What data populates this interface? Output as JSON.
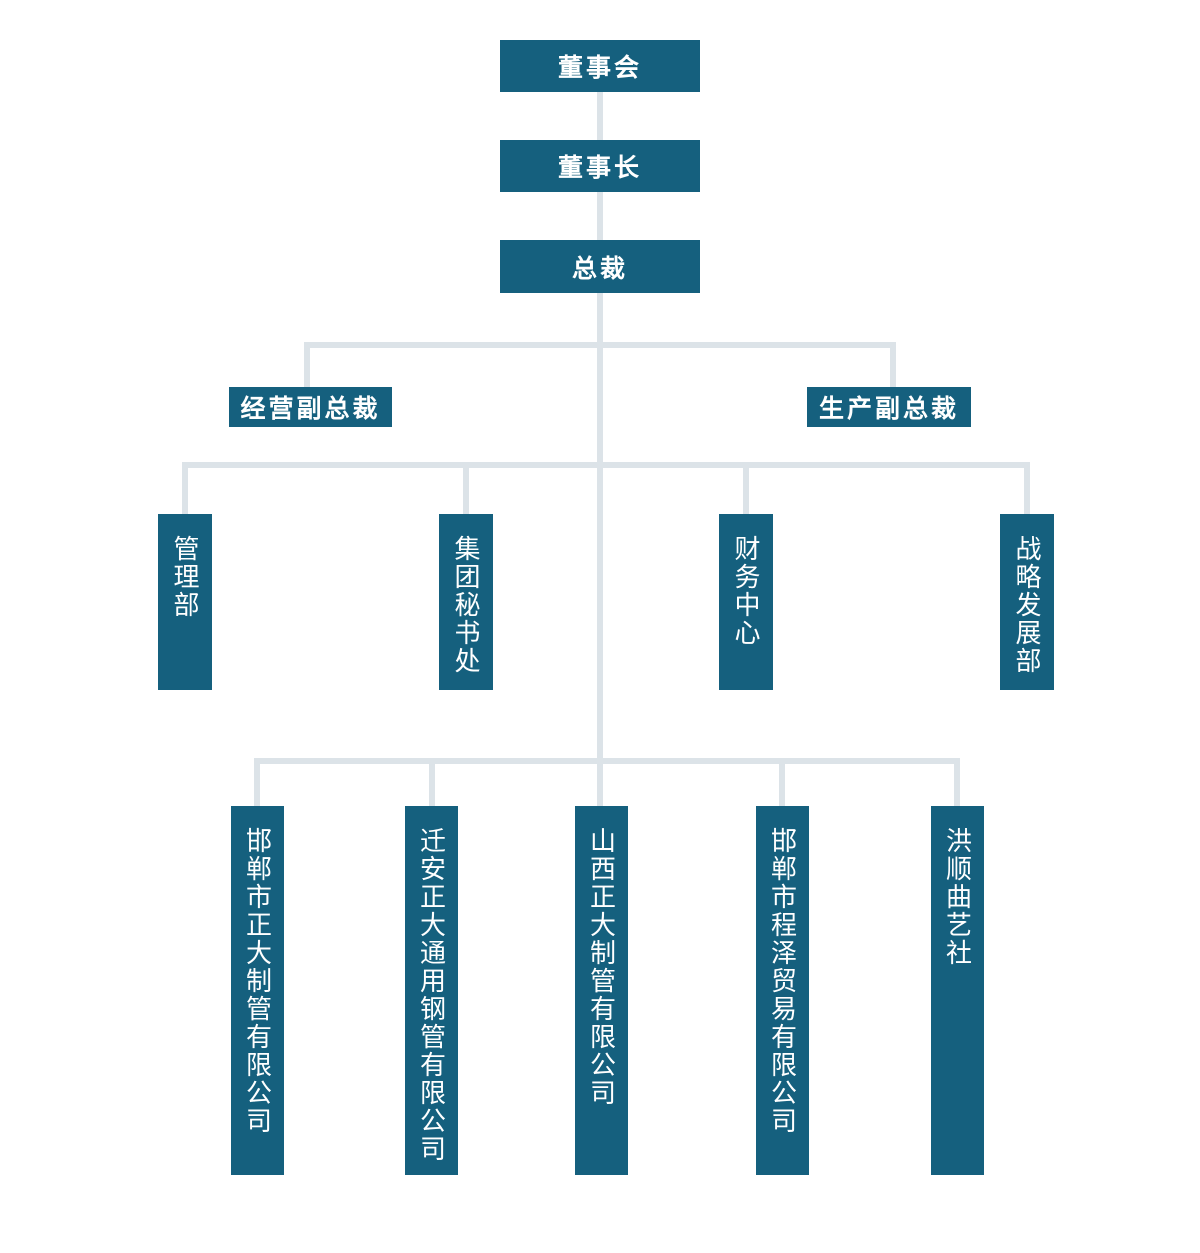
{
  "colors": {
    "bg": "#ffffff",
    "box_fill": "#15607e",
    "line": "#dce3e8",
    "text": "#ffffff"
  },
  "nodes": {
    "board": "董事会",
    "chairman": "董事长",
    "president": "总裁",
    "vp_operations": "经营副总裁",
    "vp_production": "生产副总裁",
    "dept_management": "管理部",
    "dept_secretariat": "集团秘书处",
    "dept_finance": "财务中心",
    "dept_strategy": "战略发展部",
    "sub_handan_zhengda_pipe": "邯郸市正大制管有限公司",
    "sub_qianan_zhengda_steel": "迁安正大通用钢管有限公司",
    "sub_shanxi_zhengda_pipe": "山西正大制管有限公司",
    "sub_handan_chengze_trade": "邯郸市程泽贸易有限公司",
    "sub_hongshun_quyi": "洪顺曲艺社"
  },
  "hierarchy": {
    "top_chain": [
      "董事会",
      "董事长",
      "总裁"
    ],
    "vice_presidents": [
      "经营副总裁",
      "生产副总裁"
    ],
    "departments": [
      "管理部",
      "集团秘书处",
      "财务中心",
      "战略发展部"
    ],
    "subsidiaries": [
      "邯郸市正大制管有限公司",
      "迁安正大通用钢管有限公司",
      "山西正大制管有限公司",
      "邯郸市程泽贸易有限公司",
      "洪顺曲艺社"
    ]
  }
}
